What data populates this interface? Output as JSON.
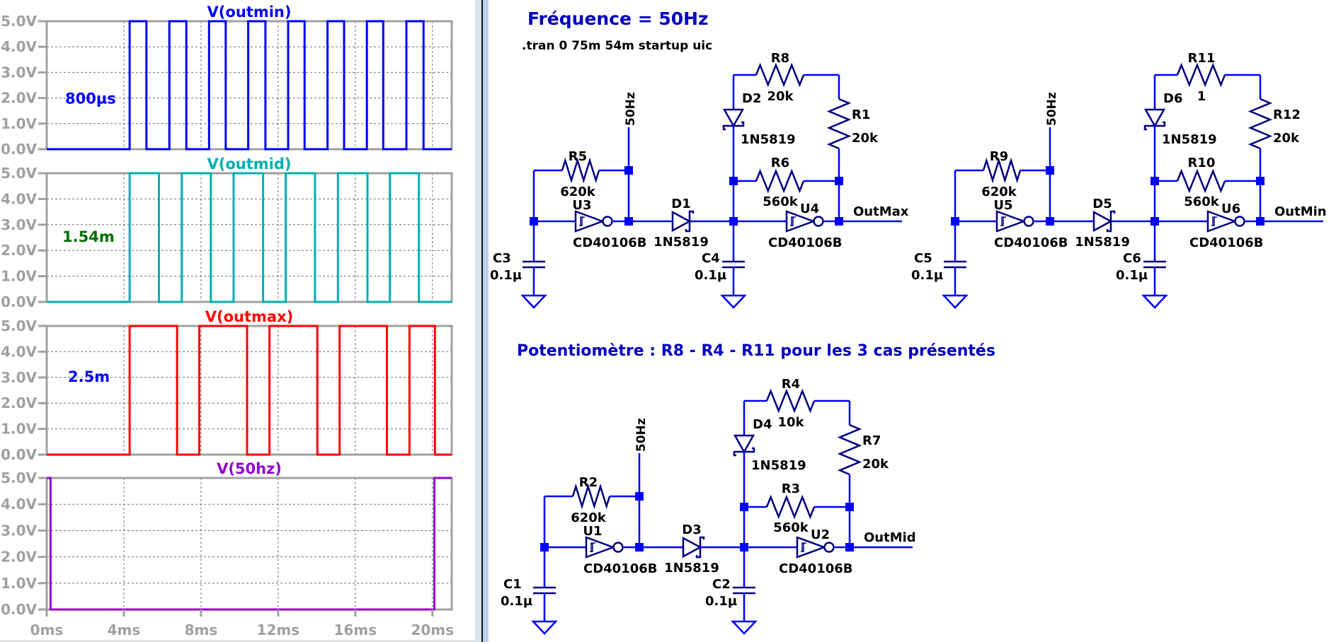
{
  "plot_pane": {
    "x_axis": {
      "min_ms": 0,
      "max_ms": 21,
      "ticks": [
        {
          "v": 0,
          "label": "0ms"
        },
        {
          "v": 4,
          "label": "4ms"
        },
        {
          "v": 8,
          "label": "8ms"
        },
        {
          "v": 12,
          "label": "12ms"
        },
        {
          "v": 16,
          "label": "16ms"
        },
        {
          "v": 20,
          "label": "20ms"
        }
      ]
    },
    "y_ticks": [
      {
        "v": 5,
        "label": "5.0V"
      },
      {
        "v": 4,
        "label": "4.0V"
      },
      {
        "v": 3,
        "label": "3.0V"
      },
      {
        "v": 2,
        "label": "2.0V"
      },
      {
        "v": 1,
        "label": "1.0V"
      },
      {
        "v": 0,
        "label": "0.0V"
      }
    ]
  },
  "chart_data": [
    {
      "type": "line",
      "title": "V(outmin)",
      "color": "#0000ff",
      "annotation": {
        "text": "800µs",
        "color": "#0000ff"
      },
      "xlabel": "",
      "ylabel": "",
      "xlim": [
        0,
        21
      ],
      "ylim": [
        0,
        5
      ],
      "grid": true,
      "high": 5,
      "low": 0,
      "transitions_ms": [
        4.3,
        5.17,
        6.36,
        7.24,
        8.42,
        9.28,
        10.45,
        11.34,
        12.52,
        13.37,
        14.56,
        15.42,
        16.6,
        17.45,
        18.65,
        19.54
      ],
      "initial_state": "low"
    },
    {
      "type": "line",
      "title": "V(outmid)",
      "color": "#00b0b0",
      "annotation": {
        "text": "1.54m",
        "color": "#007000"
      },
      "xlabel": "",
      "ylabel": "",
      "xlim": [
        0,
        21
      ],
      "ylim": [
        0,
        5
      ],
      "grid": true,
      "high": 5,
      "low": 0,
      "transitions_ms": [
        4.3,
        5.82,
        7.0,
        8.51,
        9.69,
        11.22,
        12.39,
        13.91,
        15.1,
        16.63,
        17.79,
        19.3
      ],
      "initial_state": "low"
    },
    {
      "type": "line",
      "title": "V(outmax)",
      "color": "#ff0000",
      "annotation": {
        "text": "2.5m",
        "color": "#0000ff"
      },
      "xlabel": "",
      "ylabel": "",
      "xlim": [
        0,
        21
      ],
      "ylim": [
        0,
        5
      ],
      "grid": true,
      "high": 5,
      "low": 0,
      "transitions_ms": [
        4.3,
        6.76,
        7.91,
        10.39,
        11.55,
        14.03,
        15.19,
        17.64,
        18.81,
        20.13
      ],
      "initial_state": "low"
    },
    {
      "type": "line",
      "title": "V(50hz)",
      "color": "#9400d3",
      "annotation": null,
      "xlabel": "",
      "ylabel": "",
      "xlim": [
        0,
        21
      ],
      "ylim": [
        0,
        5
      ],
      "grid": true,
      "high": 5,
      "low": 0,
      "transitions_ms": [
        0.2,
        20.1
      ],
      "initial_state": "high"
    }
  ],
  "schematic": {
    "title": "Fréquence = 50Hz",
    "directive": ".tran 0 75m 54m startup uic",
    "note": "Potentiomètre : R8 - R4 - R11 pour les 3 cas présentés",
    "colors": {
      "wire": "#0000ff",
      "component": "#000080",
      "title": "#0000c0",
      "label": "#000000"
    },
    "circuits": [
      {
        "output_label": "OutMax",
        "net_label": "50Hz",
        "feedback_res": {
          "ref": "R5",
          "value": "620k"
        },
        "input_cap": {
          "ref": "C3",
          "value": "0.1µ"
        },
        "inv1": {
          "ref": "U3",
          "value": "CD40106B"
        },
        "series_diode": {
          "ref": "D1",
          "value": "1N5819"
        },
        "timing_cap": {
          "ref": "C4",
          "value": "0.1µ"
        },
        "branch_diode": {
          "ref": "D2",
          "value": "1N5819"
        },
        "pot_res": {
          "ref": "R8",
          "value": "20k"
        },
        "side_res": {
          "ref": "R1",
          "value": "20k"
        },
        "parallel_res": {
          "ref": "R6",
          "value": "560k"
        },
        "inv2": {
          "ref": "U4",
          "value": "CD40106B"
        }
      },
      {
        "output_label": "OutMin",
        "net_label": "50Hz",
        "feedback_res": {
          "ref": "R9",
          "value": "620k"
        },
        "input_cap": {
          "ref": "C5",
          "value": "0.1µ"
        },
        "inv1": {
          "ref": "U5",
          "value": "CD40106B"
        },
        "series_diode": {
          "ref": "D5",
          "value": "1N5819"
        },
        "timing_cap": {
          "ref": "C6",
          "value": "0.1µ"
        },
        "branch_diode": {
          "ref": "D6",
          "value": "1N5819"
        },
        "pot_res": {
          "ref": "R11",
          "value": "1"
        },
        "side_res": {
          "ref": "R12",
          "value": "20k"
        },
        "parallel_res": {
          "ref": "R10",
          "value": "560k"
        },
        "inv2": {
          "ref": "U6",
          "value": "CD40106B"
        }
      },
      {
        "output_label": "OutMid",
        "net_label": "50Hz",
        "feedback_res": {
          "ref": "R2",
          "value": "620k"
        },
        "input_cap": {
          "ref": "C1",
          "value": "0.1µ"
        },
        "inv1": {
          "ref": "U1",
          "value": "CD40106B"
        },
        "series_diode": {
          "ref": "D3",
          "value": "1N5819"
        },
        "timing_cap": {
          "ref": "C2",
          "value": "0.1µ"
        },
        "branch_diode": {
          "ref": "D4",
          "value": "1N5819"
        },
        "pot_res": {
          "ref": "R4",
          "value": "10k"
        },
        "side_res": {
          "ref": "R7",
          "value": "20k"
        },
        "parallel_res": {
          "ref": "R3",
          "value": "560k"
        },
        "inv2": {
          "ref": "U2",
          "value": "CD40106B"
        }
      }
    ]
  }
}
